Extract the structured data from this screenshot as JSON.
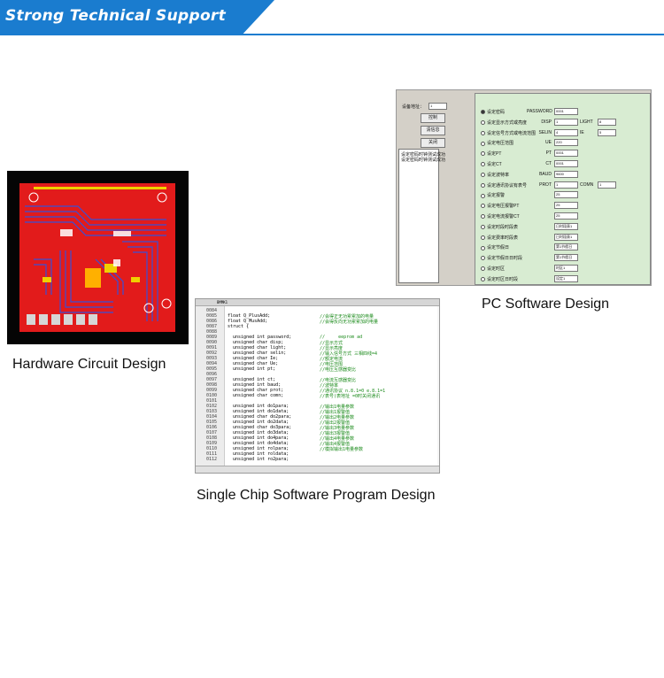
{
  "banner": {
    "title": "Strong Technical Support"
  },
  "captions": {
    "hardware": "Hardware Circuit Design",
    "pc": "PC Software Design",
    "chip": "Single Chip Software Program Design"
  },
  "colors": {
    "banner": "#1a7ccf",
    "pcb_red": "#e21b1b",
    "pcb_blue": "#3a4fd6",
    "pc_panel": "#d8ecd2"
  },
  "pc": {
    "address_label": "设备地址：",
    "address_value": "1",
    "buttons": [
      "控制",
      "清信息",
      "关闭"
    ],
    "list": [
      "设定密码时钟测试成功",
      "设定密码时钟测试成功"
    ],
    "rows": [
      {
        "label": "设定密码",
        "field": "PASSWORD",
        "value": "0001"
      },
      {
        "label": "设定显示方式或亮度",
        "field": "DISP",
        "value": "1",
        "field2": "LIGHT",
        "value2": "8"
      },
      {
        "label": "设定信号方式或电流范围",
        "field": "SELIN",
        "value": "4",
        "field2": "IE",
        "value2": "5"
      },
      {
        "label": "设定电压范围",
        "field": "UE",
        "value": "220"
      },
      {
        "label": "设定PT",
        "field": "PT",
        "value": "0001"
      },
      {
        "label": "设定CT",
        "field": "CT",
        "value": "0001"
      },
      {
        "label": "设定波特率",
        "field": "BAUD",
        "value": "9600"
      },
      {
        "label": "设定通讯协议有表号",
        "field": "PROT",
        "value": "1",
        "field2": "COMN",
        "value2": "1"
      },
      {
        "label": "设定报警",
        "field": "",
        "value": "25"
      },
      {
        "label": "设定电压报警PT",
        "field": "",
        "value": "25"
      },
      {
        "label": "设定电流报警CT",
        "field": "",
        "value": "25"
      },
      {
        "label": "设定时段时段表",
        "field": "",
        "value": "日时段表1"
      },
      {
        "label": "设定费率时段表",
        "field": "",
        "value": "日时段表1"
      },
      {
        "label": "设定节假日",
        "field": "",
        "value": "第1节假日"
      },
      {
        "label": "设定节假日日时段",
        "field": "",
        "value": "第1节假日"
      },
      {
        "label": "设定时区",
        "field": "",
        "value": "时区1"
      },
      {
        "label": "设定时区日时段",
        "field": "",
        "value": "设定1"
      }
    ]
  },
  "code": {
    "tab": "BMMK1",
    "lines": [
      {
        "n": "0084",
        "t": "",
        "c": ""
      },
      {
        "n": "0085",
        "t": "float Q_PlusAdd;",
        "c": "//会得正无功累累加的电量"
      },
      {
        "n": "0086",
        "t": "float Q_MusAdd;",
        "c": "//会得反向无功累累加的电量"
      },
      {
        "n": "0087",
        "t": "struct {",
        "c": ""
      },
      {
        "n": "0088",
        "t": "",
        "c": ""
      },
      {
        "n": "0089",
        "t": "  unsigned int password;",
        "c": "//     eeprom ad"
      },
      {
        "n": "0090",
        "t": "  unsigned char disp;",
        "c": "//显示方式"
      },
      {
        "n": "0091",
        "t": "  unsigned char light;",
        "c": "//显示亮度"
      },
      {
        "n": "0092",
        "t": "  unsigned char selin;",
        "c": "//输入信号方式 三相四线=4"
      },
      {
        "n": "0093",
        "t": "  unsigned char Ie;",
        "c": "//额定电流"
      },
      {
        "n": "0094",
        "t": "  unsigned char Ue;",
        "c": "//电压范围"
      },
      {
        "n": "0095",
        "t": "  unsigned int pt;",
        "c": "//电压互感器变比"
      },
      {
        "n": "0096",
        "t": "",
        "c": ""
      },
      {
        "n": "0097",
        "t": "  unsigned int ct;",
        "c": "//电流互感器变比"
      },
      {
        "n": "0098",
        "t": "  unsigned int baud;",
        "c": "//波特率"
      },
      {
        "n": "0099",
        "t": "  unsigned char prot;",
        "c": "//通讯协议 n.8.1=0 e.8.1=1"
      },
      {
        "n": "0100",
        "t": "  unsigned char comn;",
        "c": "//表号(表地址 =0时关闭通讯"
      },
      {
        "n": "0101",
        "t": "",
        "c": ""
      },
      {
        "n": "0102",
        "t": "  unsigned int do1para;",
        "c": "//输出1电量参数"
      },
      {
        "n": "0103",
        "t": "  unsigned int do1data;",
        "c": "//输出1报警值"
      },
      {
        "n": "0104",
        "t": "  unsigned char do2para;",
        "c": "//输出2电量参数"
      },
      {
        "n": "0105",
        "t": "  unsigned int do2data;",
        "c": "//输出2报警值"
      },
      {
        "n": "0106",
        "t": "  unsigned char do3para;",
        "c": "//输出3电量参数"
      },
      {
        "n": "0107",
        "t": "  unsigned int do3data;",
        "c": "//输出3报警值"
      },
      {
        "n": "0108",
        "t": "  unsigned int do4para;",
        "c": "//输出4电量参数"
      },
      {
        "n": "0109",
        "t": "  unsigned int do4data;",
        "c": "//输出4报警值"
      },
      {
        "n": "0110",
        "t": "  unsigned int rolpara;",
        "c": "//模拟输出1电量参数"
      },
      {
        "n": "0111",
        "t": "  unsigned int roldata;",
        "c": ""
      },
      {
        "n": "0112",
        "t": "  unsigned int ro2para;",
        "c": ""
      }
    ]
  }
}
